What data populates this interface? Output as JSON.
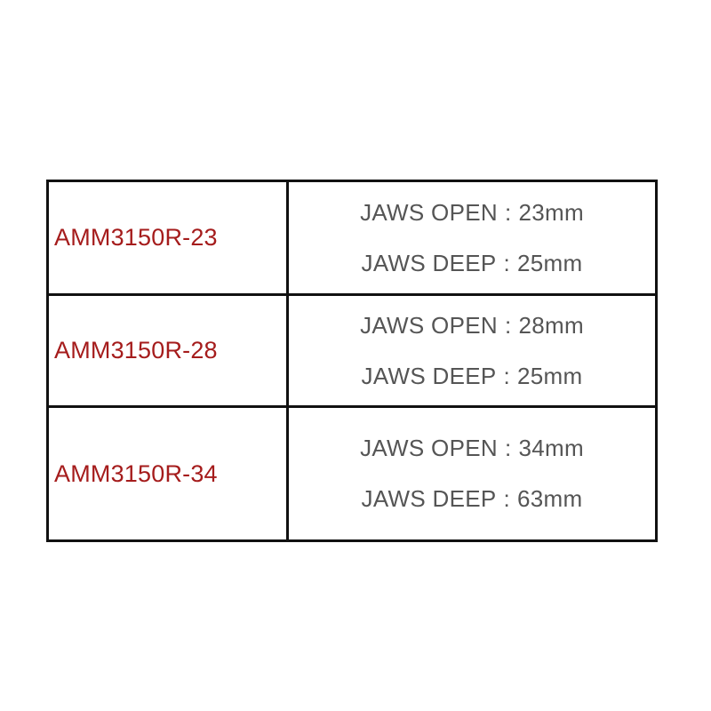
{
  "colors": {
    "model_text": "#a51c1c",
    "spec_text": "#555555",
    "border": "#111111",
    "background": "#ffffff"
  },
  "table": {
    "rows": [
      {
        "model": "AMM3150R-23",
        "jaws_open_label": "JAWS OPEN",
        "jaws_open_sep": ":",
        "jaws_open_value": "23mm",
        "jaws_deep_label": "JAWS DEEP",
        "jaws_deep_sep": ":",
        "jaws_deep_value": "25mm"
      },
      {
        "model": "AMM3150R-28",
        "jaws_open_label": "JAWS OPEN",
        "jaws_open_sep": ":",
        "jaws_open_value": "28mm",
        "jaws_deep_label": "JAWS DEEP",
        "jaws_deep_sep": ":",
        "jaws_deep_value": "25mm"
      },
      {
        "model": "AMM3150R-34",
        "jaws_open_label": "JAWS OPEN",
        "jaws_open_sep": ":",
        "jaws_open_value": "34mm",
        "jaws_deep_label": "JAWS DEEP",
        "jaws_deep_sep": ":",
        "jaws_deep_value": "63mm"
      }
    ]
  }
}
